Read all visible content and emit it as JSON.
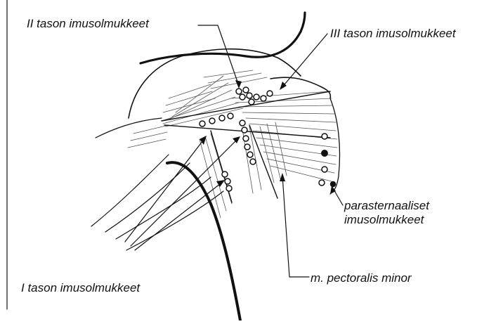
{
  "labels": {
    "level_2_nodes": "II tason imusolmukkeet",
    "level_3_nodes": "III tason imusolmukkeet",
    "parasternal_line1": "parasternaaliset",
    "parasternal_line2": "imusolmukkeet",
    "pectoralis_minor": "m. pectoralis minor",
    "level_1_nodes": "I tason imusolmukkeet"
  },
  "colors": {
    "ink": "#111111",
    "background": "#ffffff"
  }
}
